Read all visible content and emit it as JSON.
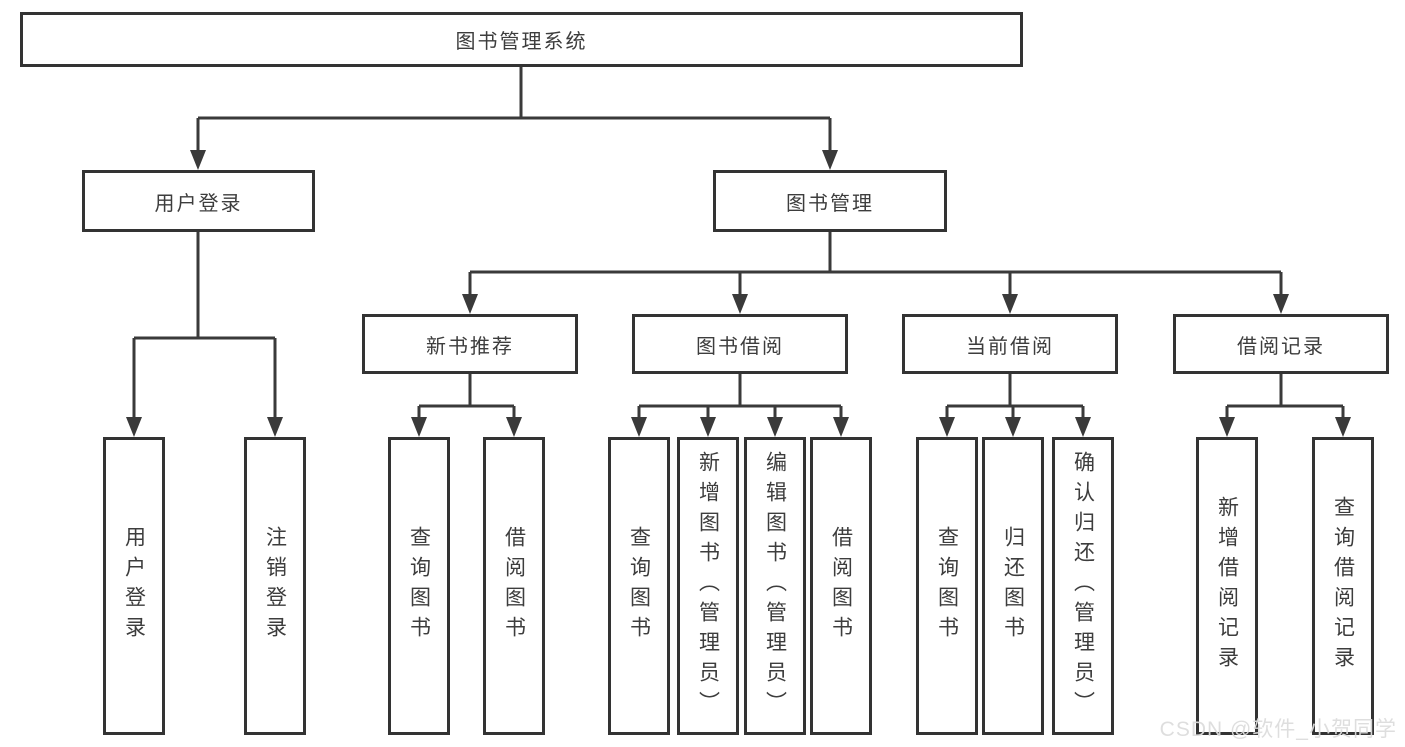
{
  "diagram": {
    "root": {
      "label": "图书管理系统"
    },
    "branches": [
      {
        "label": "用户登录",
        "children": [
          {
            "label": "用户登录"
          },
          {
            "label": "注销登录"
          }
        ]
      },
      {
        "label": "图书管理",
        "groups": [
          {
            "label": "新书推荐",
            "children": [
              {
                "label": "查询图书"
              },
              {
                "label": "借阅图书"
              }
            ]
          },
          {
            "label": "图书借阅",
            "children": [
              {
                "label": "查询图书"
              },
              {
                "label": "新增图书（管理员）"
              },
              {
                "label": "编辑图书（管理员）"
              },
              {
                "label": "借阅图书"
              }
            ]
          },
          {
            "label": "当前借阅",
            "children": [
              {
                "label": "查询图书"
              },
              {
                "label": "归还图书"
              },
              {
                "label": "确认归还（管理员）"
              }
            ]
          },
          {
            "label": "借阅记录",
            "children": [
              {
                "label": "新增借阅记录"
              },
              {
                "label": "查询借阅记录"
              }
            ]
          }
        ]
      }
    ]
  },
  "watermark": "CSDN @软件_小贺同学",
  "colors": {
    "line": "#3a3a3a",
    "box_border": "#333333",
    "text": "#3d3d3d",
    "background": "#ffffff",
    "watermark": "#dcdcdc"
  }
}
